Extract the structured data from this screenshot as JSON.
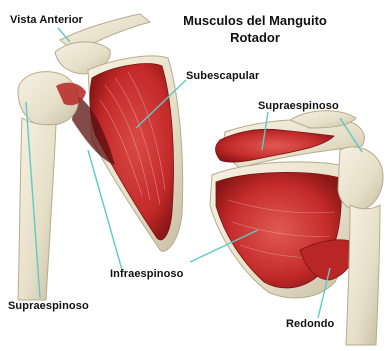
{
  "figure": {
    "view_label": "Vista Anterior",
    "title_line1": "Musculos del Manguito",
    "title_line2": "Rotador"
  },
  "labels": {
    "subescapular": "Subescapular",
    "supraespinoso_right": "Supraespinoso",
    "infraespinoso": "Infraespinoso",
    "supraespinoso_left": "Supraespinoso",
    "redondo": "Redondo"
  },
  "colors": {
    "muscle": "#c42a2a",
    "muscle_dark": "#8e1717",
    "bone": "#ebe4cf",
    "bone_shadow": "#c9bfa4",
    "leader_line": "#5fc9c6"
  }
}
